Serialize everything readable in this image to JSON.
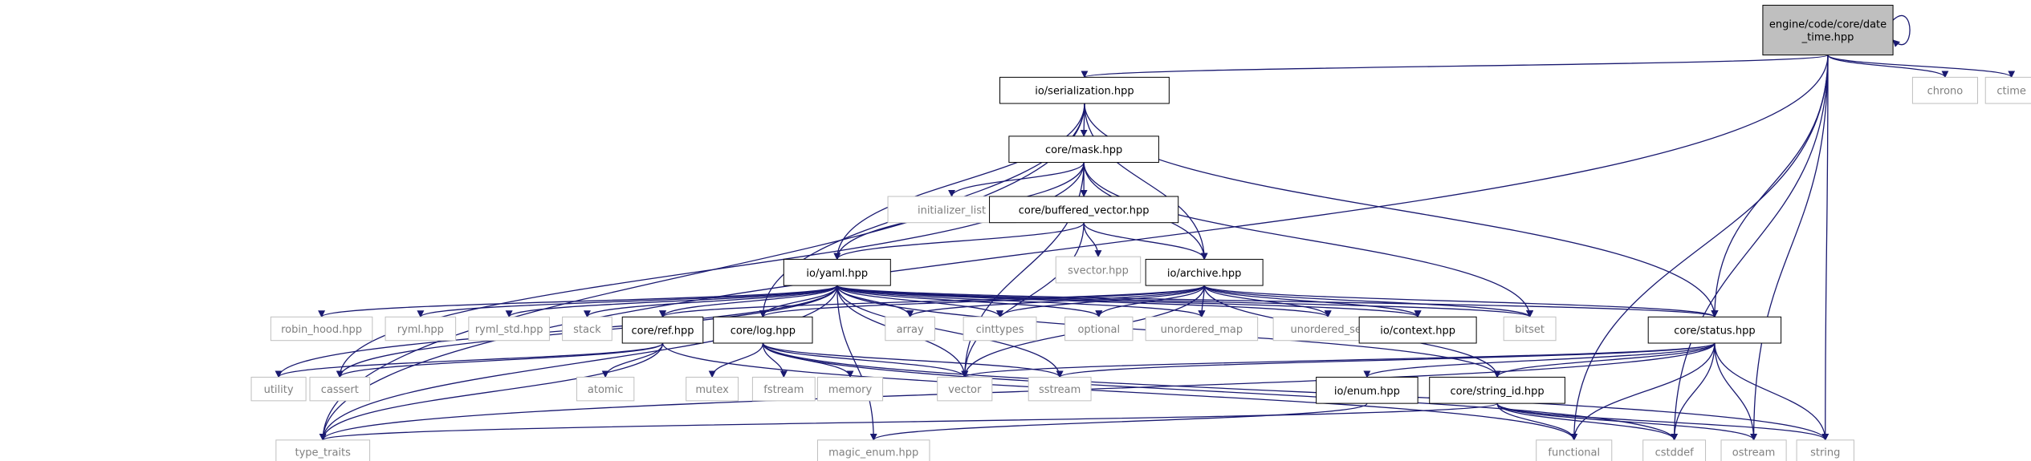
{
  "colors": {
    "edge": "#191970",
    "root_fill": "#bfbfbf",
    "header_border": "#000000",
    "system_border": "#bfbfbf",
    "system_text": "#808080",
    "header_text": "#000000"
  },
  "nodes": [
    {
      "id": "date_time",
      "lines": [
        "engine/code/core/date",
        "_time.hpp"
      ],
      "kind": "root"
    },
    {
      "id": "serialization",
      "lines": [
        "io/serialization.hpp"
      ],
      "kind": "header"
    },
    {
      "id": "chrono",
      "lines": [
        "chrono"
      ],
      "kind": "system"
    },
    {
      "id": "ctime",
      "lines": [
        "ctime"
      ],
      "kind": "system"
    },
    {
      "id": "mask",
      "lines": [
        "core/mask.hpp"
      ],
      "kind": "header"
    },
    {
      "id": "initializer_list",
      "lines": [
        "initializer_list"
      ],
      "kind": "system"
    },
    {
      "id": "buffered_vector",
      "lines": [
        "core/buffered_vector.hpp"
      ],
      "kind": "header"
    },
    {
      "id": "svector",
      "lines": [
        "svector.hpp"
      ],
      "kind": "system"
    },
    {
      "id": "yaml",
      "lines": [
        "io/yaml.hpp"
      ],
      "kind": "header"
    },
    {
      "id": "archive",
      "lines": [
        "io/archive.hpp"
      ],
      "kind": "header"
    },
    {
      "id": "robin_hood",
      "lines": [
        "robin_hood.hpp"
      ],
      "kind": "system"
    },
    {
      "id": "ryml",
      "lines": [
        "ryml.hpp"
      ],
      "kind": "system"
    },
    {
      "id": "ryml_std",
      "lines": [
        "ryml_std.hpp"
      ],
      "kind": "system"
    },
    {
      "id": "stack",
      "lines": [
        "stack"
      ],
      "kind": "system"
    },
    {
      "id": "ref",
      "lines": [
        "core/ref.hpp"
      ],
      "kind": "header"
    },
    {
      "id": "log",
      "lines": [
        "core/log.hpp"
      ],
      "kind": "header"
    },
    {
      "id": "array",
      "lines": [
        "array"
      ],
      "kind": "system"
    },
    {
      "id": "cinttypes",
      "lines": [
        "cinttypes"
      ],
      "kind": "system"
    },
    {
      "id": "optional",
      "lines": [
        "optional"
      ],
      "kind": "system"
    },
    {
      "id": "unordered_map",
      "lines": [
        "unordered_map"
      ],
      "kind": "system"
    },
    {
      "id": "unordered_set",
      "lines": [
        "unordered_set"
      ],
      "kind": "system"
    },
    {
      "id": "context",
      "lines": [
        "io/context.hpp"
      ],
      "kind": "header"
    },
    {
      "id": "bitset",
      "lines": [
        "bitset"
      ],
      "kind": "system"
    },
    {
      "id": "status",
      "lines": [
        "core/status.hpp"
      ],
      "kind": "header"
    },
    {
      "id": "utility",
      "lines": [
        "utility"
      ],
      "kind": "system"
    },
    {
      "id": "cassert",
      "lines": [
        "cassert"
      ],
      "kind": "system"
    },
    {
      "id": "atomic",
      "lines": [
        "atomic"
      ],
      "kind": "system"
    },
    {
      "id": "mutex",
      "lines": [
        "mutex"
      ],
      "kind": "system"
    },
    {
      "id": "fstream",
      "lines": [
        "fstream"
      ],
      "kind": "system"
    },
    {
      "id": "memory",
      "lines": [
        "memory"
      ],
      "kind": "system"
    },
    {
      "id": "vector",
      "lines": [
        "vector"
      ],
      "kind": "system"
    },
    {
      "id": "sstream",
      "lines": [
        "sstream"
      ],
      "kind": "system"
    },
    {
      "id": "enum",
      "lines": [
        "io/enum.hpp"
      ],
      "kind": "header"
    },
    {
      "id": "string_id",
      "lines": [
        "core/string_id.hpp"
      ],
      "kind": "header"
    },
    {
      "id": "type_traits",
      "lines": [
        "type_traits"
      ],
      "kind": "system"
    },
    {
      "id": "magic_enum",
      "lines": [
        "magic_enum.hpp"
      ],
      "kind": "system"
    },
    {
      "id": "functional",
      "lines": [
        "functional"
      ],
      "kind": "system"
    },
    {
      "id": "cstddef",
      "lines": [
        "cstddef"
      ],
      "kind": "system"
    },
    {
      "id": "ostream",
      "lines": [
        "ostream"
      ],
      "kind": "system"
    },
    {
      "id": "string",
      "lines": [
        "string"
      ],
      "kind": "system"
    }
  ],
  "edges": [
    [
      "date_time",
      "date_time"
    ],
    [
      "date_time",
      "serialization"
    ],
    [
      "date_time",
      "chrono"
    ],
    [
      "date_time",
      "ctime"
    ],
    [
      "date_time",
      "type_traits"
    ],
    [
      "date_time",
      "string"
    ],
    [
      "date_time",
      "ostream"
    ],
    [
      "date_time",
      "cstddef"
    ],
    [
      "date_time",
      "functional"
    ],
    [
      "date_time",
      "status"
    ],
    [
      "serialization",
      "mask"
    ],
    [
      "serialization",
      "yaml"
    ],
    [
      "serialization",
      "archive"
    ],
    [
      "serialization",
      "log"
    ],
    [
      "serialization",
      "status"
    ],
    [
      "serialization",
      "type_traits"
    ],
    [
      "mask",
      "initializer_list"
    ],
    [
      "mask",
      "buffered_vector"
    ],
    [
      "mask",
      "yaml"
    ],
    [
      "mask",
      "archive"
    ],
    [
      "mask",
      "bitset"
    ],
    [
      "mask",
      "vector"
    ],
    [
      "mask",
      "cassert"
    ],
    [
      "buffered_vector",
      "svector"
    ],
    [
      "buffered_vector",
      "yaml"
    ],
    [
      "buffered_vector",
      "archive"
    ],
    [
      "buffered_vector",
      "vector"
    ],
    [
      "yaml",
      "robin_hood"
    ],
    [
      "yaml",
      "ryml"
    ],
    [
      "yaml",
      "ryml_std"
    ],
    [
      "yaml",
      "stack"
    ],
    [
      "yaml",
      "ref"
    ],
    [
      "yaml",
      "log"
    ],
    [
      "yaml",
      "array"
    ],
    [
      "yaml",
      "cinttypes"
    ],
    [
      "yaml",
      "optional"
    ],
    [
      "yaml",
      "unordered_map"
    ],
    [
      "yaml",
      "unordered_set"
    ],
    [
      "yaml",
      "context"
    ],
    [
      "yaml",
      "bitset"
    ],
    [
      "yaml",
      "status"
    ],
    [
      "yaml",
      "utility"
    ],
    [
      "yaml",
      "cassert"
    ],
    [
      "yaml",
      "vector"
    ],
    [
      "yaml",
      "sstream"
    ],
    [
      "yaml",
      "type_traits"
    ],
    [
      "yaml",
      "magic_enum"
    ],
    [
      "yaml",
      "string_id"
    ],
    [
      "archive",
      "log"
    ],
    [
      "archive",
      "ref"
    ],
    [
      "archive",
      "array"
    ],
    [
      "archive",
      "cinttypes"
    ],
    [
      "archive",
      "optional"
    ],
    [
      "archive",
      "unordered_map"
    ],
    [
      "archive",
      "unordered_set"
    ],
    [
      "archive",
      "context"
    ],
    [
      "archive",
      "bitset"
    ],
    [
      "archive",
      "status"
    ],
    [
      "archive",
      "string_id"
    ],
    [
      "archive",
      "vector"
    ],
    [
      "ref",
      "utility"
    ],
    [
      "ref",
      "cassert"
    ],
    [
      "ref",
      "atomic"
    ],
    [
      "ref",
      "type_traits"
    ],
    [
      "ref",
      "functional"
    ],
    [
      "log",
      "mutex"
    ],
    [
      "log",
      "fstream"
    ],
    [
      "log",
      "memory"
    ],
    [
      "log",
      "vector"
    ],
    [
      "log",
      "sstream"
    ],
    [
      "log",
      "string"
    ],
    [
      "log",
      "cstddef"
    ],
    [
      "status",
      "enum"
    ],
    [
      "status",
      "string_id"
    ],
    [
      "status",
      "vector"
    ],
    [
      "status",
      "sstream"
    ],
    [
      "status",
      "functional"
    ],
    [
      "status",
      "cstddef"
    ],
    [
      "status",
      "ostream"
    ],
    [
      "status",
      "string"
    ],
    [
      "status",
      "type_traits"
    ],
    [
      "enum",
      "magic_enum"
    ],
    [
      "string_id",
      "functional"
    ],
    [
      "string_id",
      "cstddef"
    ],
    [
      "string_id",
      "ostream"
    ],
    [
      "string_id",
      "string"
    ],
    [
      "string_id",
      "type_traits"
    ]
  ]
}
